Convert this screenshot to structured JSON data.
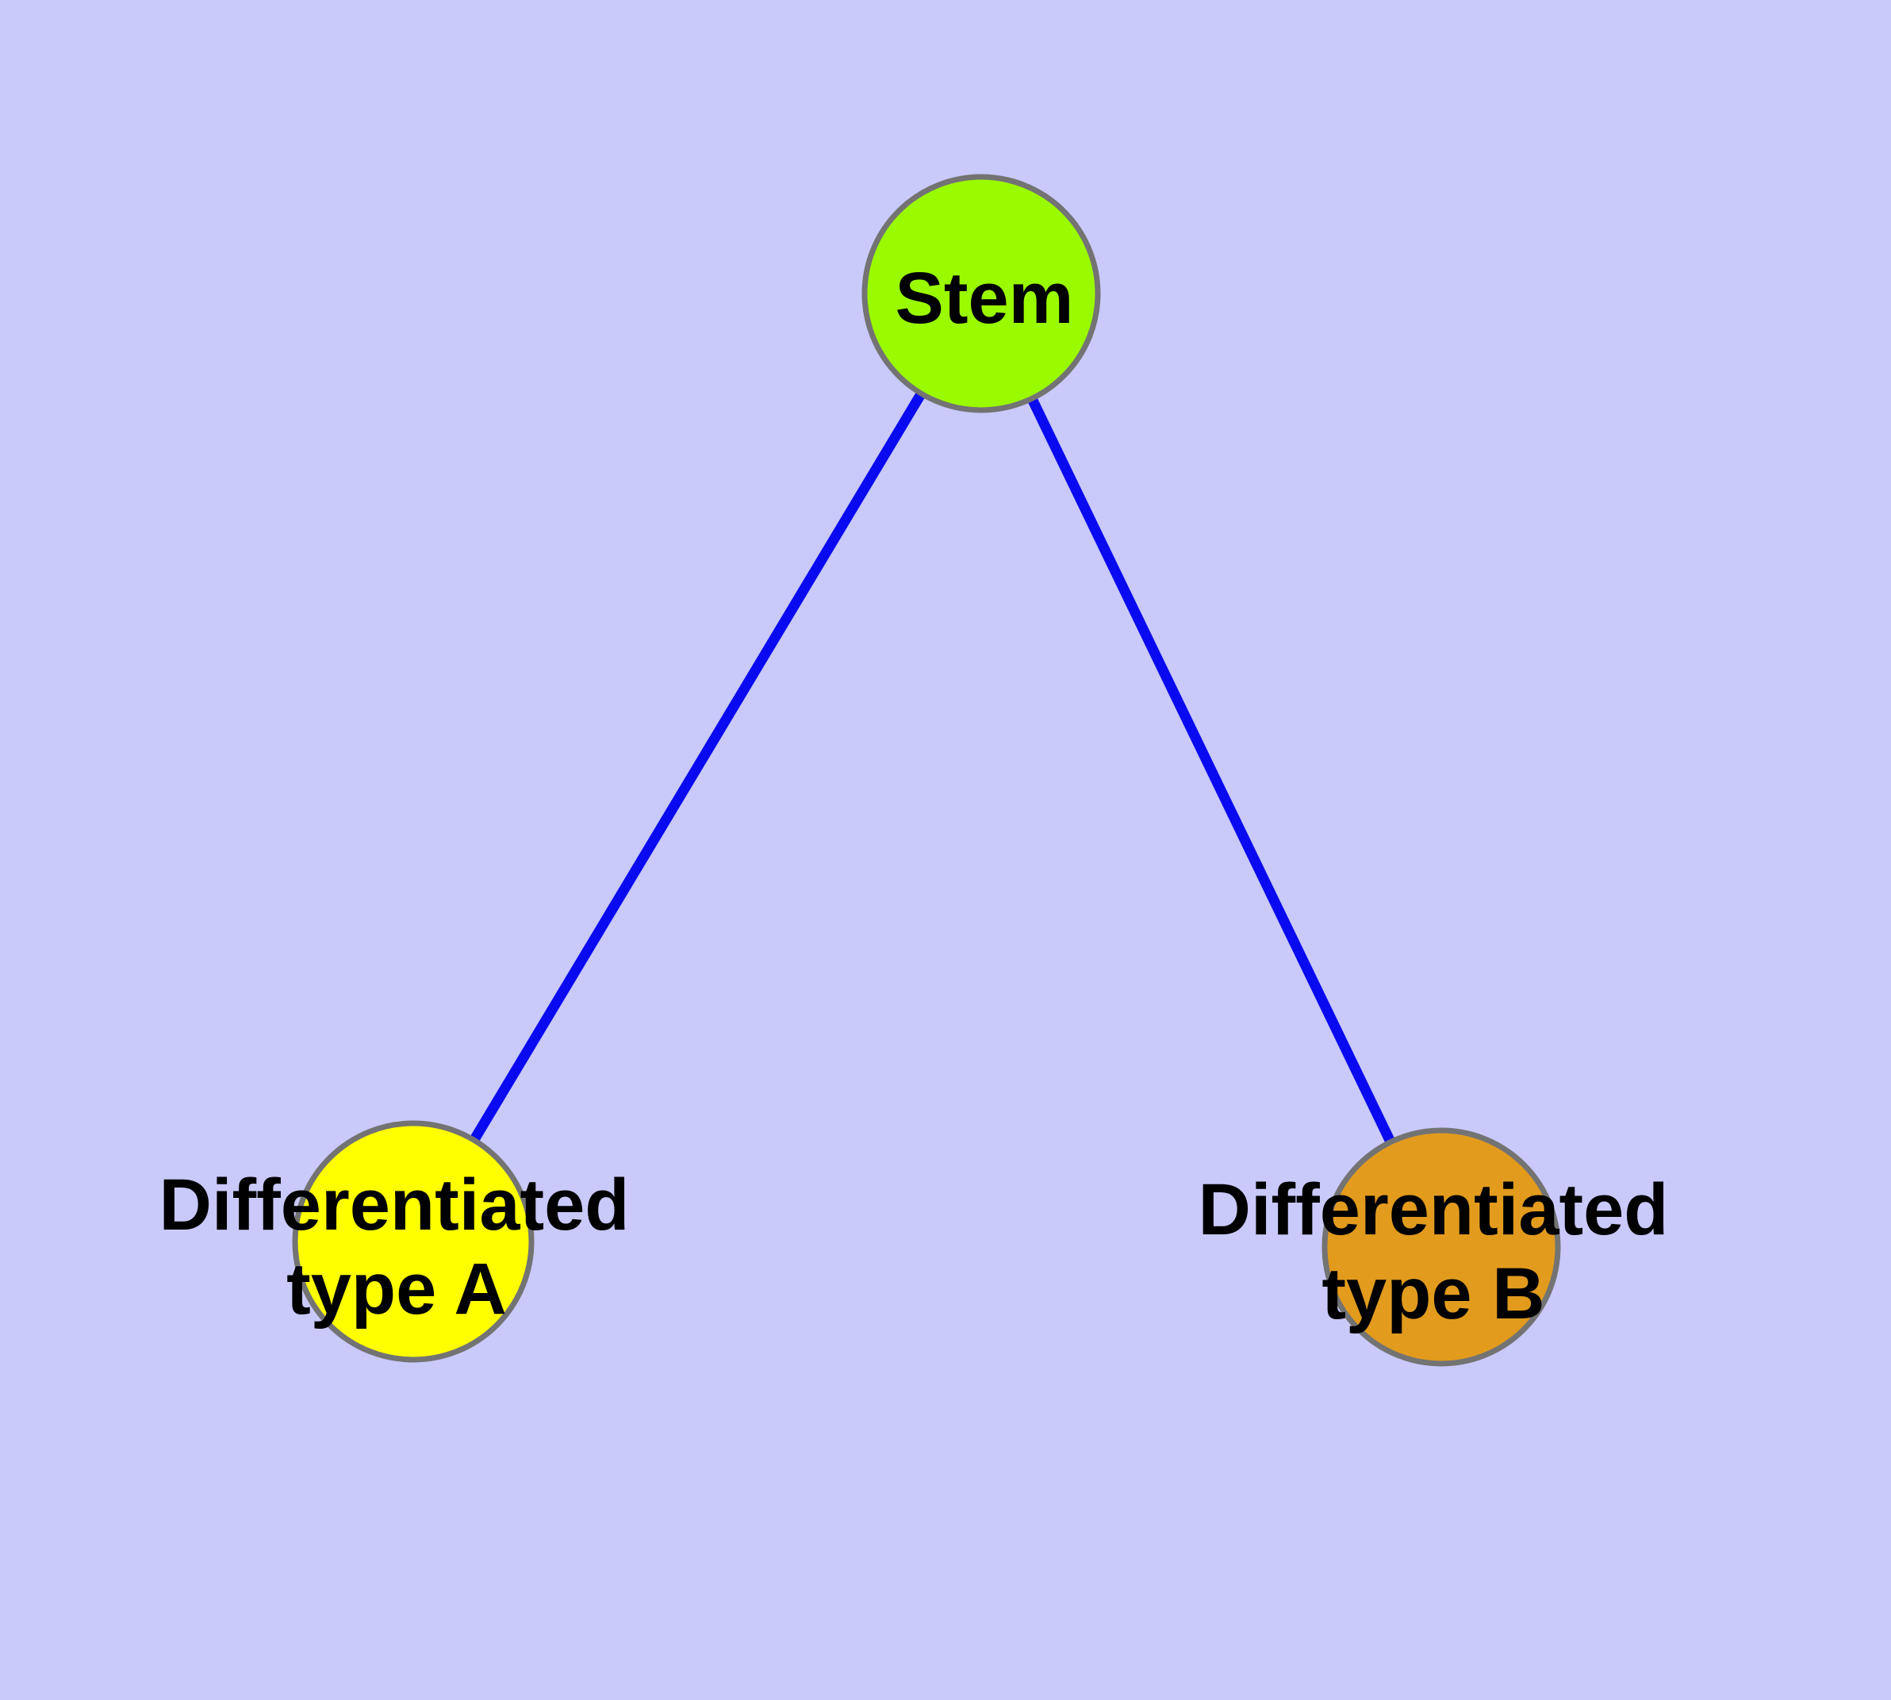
{
  "diagram": {
    "background_color": "#c9c9fa",
    "edge_color": "#0a0af0",
    "node_border_color": "#737373",
    "label_text_color": "#000000",
    "nodes": {
      "stem": {
        "id": "stem",
        "fill": "#9afb00",
        "label": "Stem",
        "label_lines": [
          "Stem"
        ]
      },
      "type_a": {
        "id": "type_a",
        "fill": "#ffff00",
        "label": "Differentiated type A",
        "label_lines": [
          "Differentiated",
          "type A"
        ]
      },
      "type_b": {
        "id": "type_b",
        "fill": "#e29b1d",
        "label": "Differentiated type B",
        "label_lines": [
          "Differentiated",
          "type B"
        ]
      }
    },
    "edges": [
      {
        "from": "stem",
        "to": "type_a"
      },
      {
        "from": "stem",
        "to": "type_b"
      }
    ]
  }
}
